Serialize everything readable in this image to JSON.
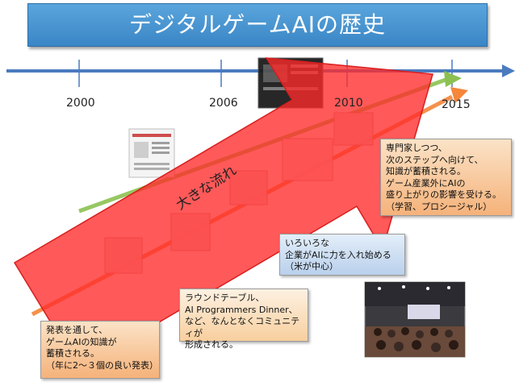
{
  "title": "デジタルゲームAIの歴史",
  "timeline": {
    "years": [
      "2000",
      "2006",
      "2010",
      "2015"
    ]
  },
  "arrow_label": "大きな流れ",
  "notes": {
    "bottom_left": "発表を通して、\nゲームAIの知識が\n蓄積される。\n（年に2〜３個の良い発表）",
    "round_table": "ラウンドテーブル、\nAI Programmers Dinner、\nなど、なんとなくコミュニティが\n形成される。",
    "various": "いろいろな\n企業がAIに力を入れ始める\n（米が中心）",
    "expert": "専門家しつつ、\n次のステップへ向けて、\n知識が蓄積される。\nゲーム産業外にAIの\n盛り上がりの影響を受ける。\n（学習、プロシージャル）"
  },
  "colors": {
    "banner": "#3a86c6",
    "big_arrow": "#ff2a2a",
    "trend_green": "#8cc152",
    "trend_orange": "#f5863a",
    "timeline": "#4a7bbf"
  }
}
